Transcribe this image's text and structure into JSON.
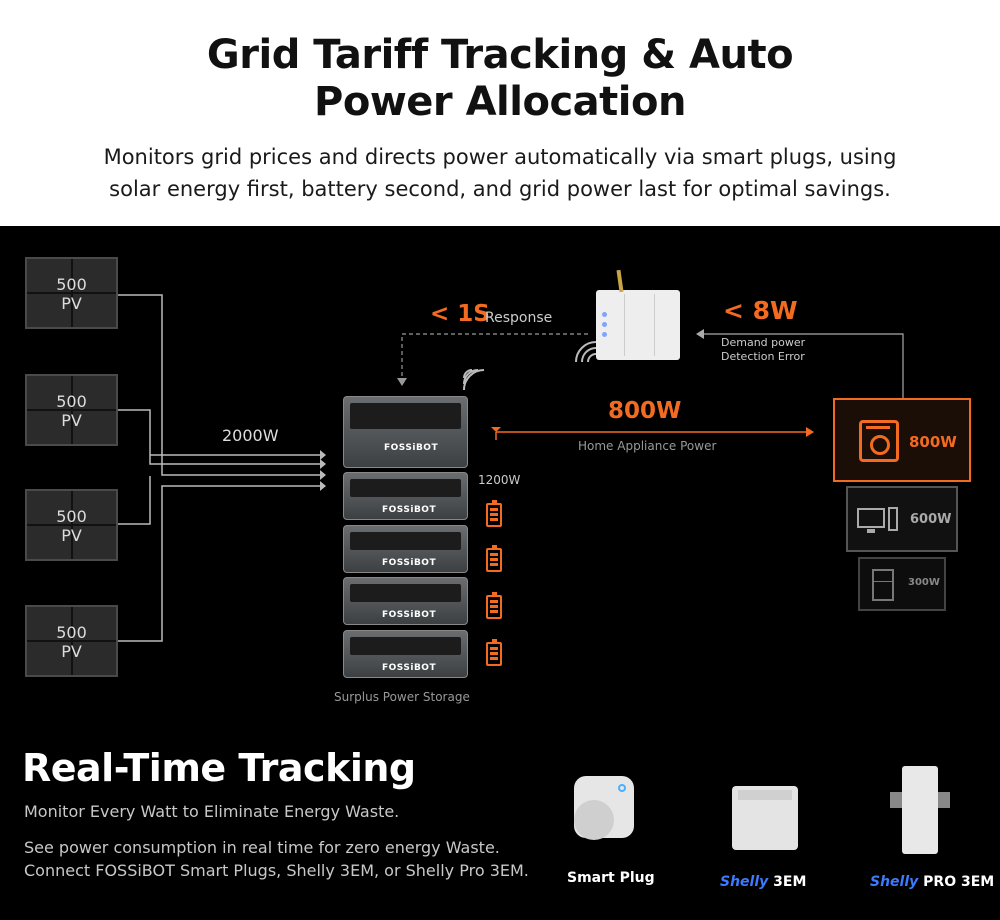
{
  "header": {
    "title_line1": "Grid Tariff Tracking & Auto",
    "title_line2": "Power Allocation",
    "subtitle_line1": "Monitors grid prices and directs power automatically via smart plugs, using",
    "subtitle_line2": "solar energy first, battery second, and grid power last for optimal savings."
  },
  "pv_panels": [
    {
      "watts": "500",
      "unit": "PV"
    },
    {
      "watts": "500",
      "unit": "PV"
    },
    {
      "watts": "500",
      "unit": "PV"
    },
    {
      "watts": "500",
      "unit": "PV"
    }
  ],
  "diagram": {
    "solar_input": "2000W",
    "response_value": "< 1S",
    "response_label": "Response",
    "error_value": "< 8W",
    "error_label_line1": "Demand power",
    "error_label_line2": "Detection Error",
    "appliance_value": "800W",
    "appliance_label": "Home Appliance Power",
    "battery_output": "1200W",
    "storage_label": "Surplus Power Storage",
    "brand": "FOSSiBOT",
    "appliances": [
      {
        "watts": "800W",
        "icon": "washing-machine-icon",
        "active": true
      },
      {
        "watts": "600W",
        "icon": "computer-icon",
        "active": false
      },
      {
        "watts": "300W",
        "icon": "fridge-icon",
        "active": false
      }
    ],
    "accent_color": "#f26b21"
  },
  "tracking": {
    "title": "Real-Time Tracking",
    "tagline": "Monitor Every Watt to Eliminate Energy Waste.",
    "body_line1": "See power consumption in real time for zero energy Waste.",
    "body_line2": "Connect FOSSiBOT Smart Plugs, Shelly 3EM, or Shelly Pro 3EM."
  },
  "products": [
    {
      "brand": "",
      "name": "Smart Plug"
    },
    {
      "brand": "Shelly",
      "name": "3EM"
    },
    {
      "brand": "Shelly",
      "name": "PRO 3EM"
    }
  ]
}
